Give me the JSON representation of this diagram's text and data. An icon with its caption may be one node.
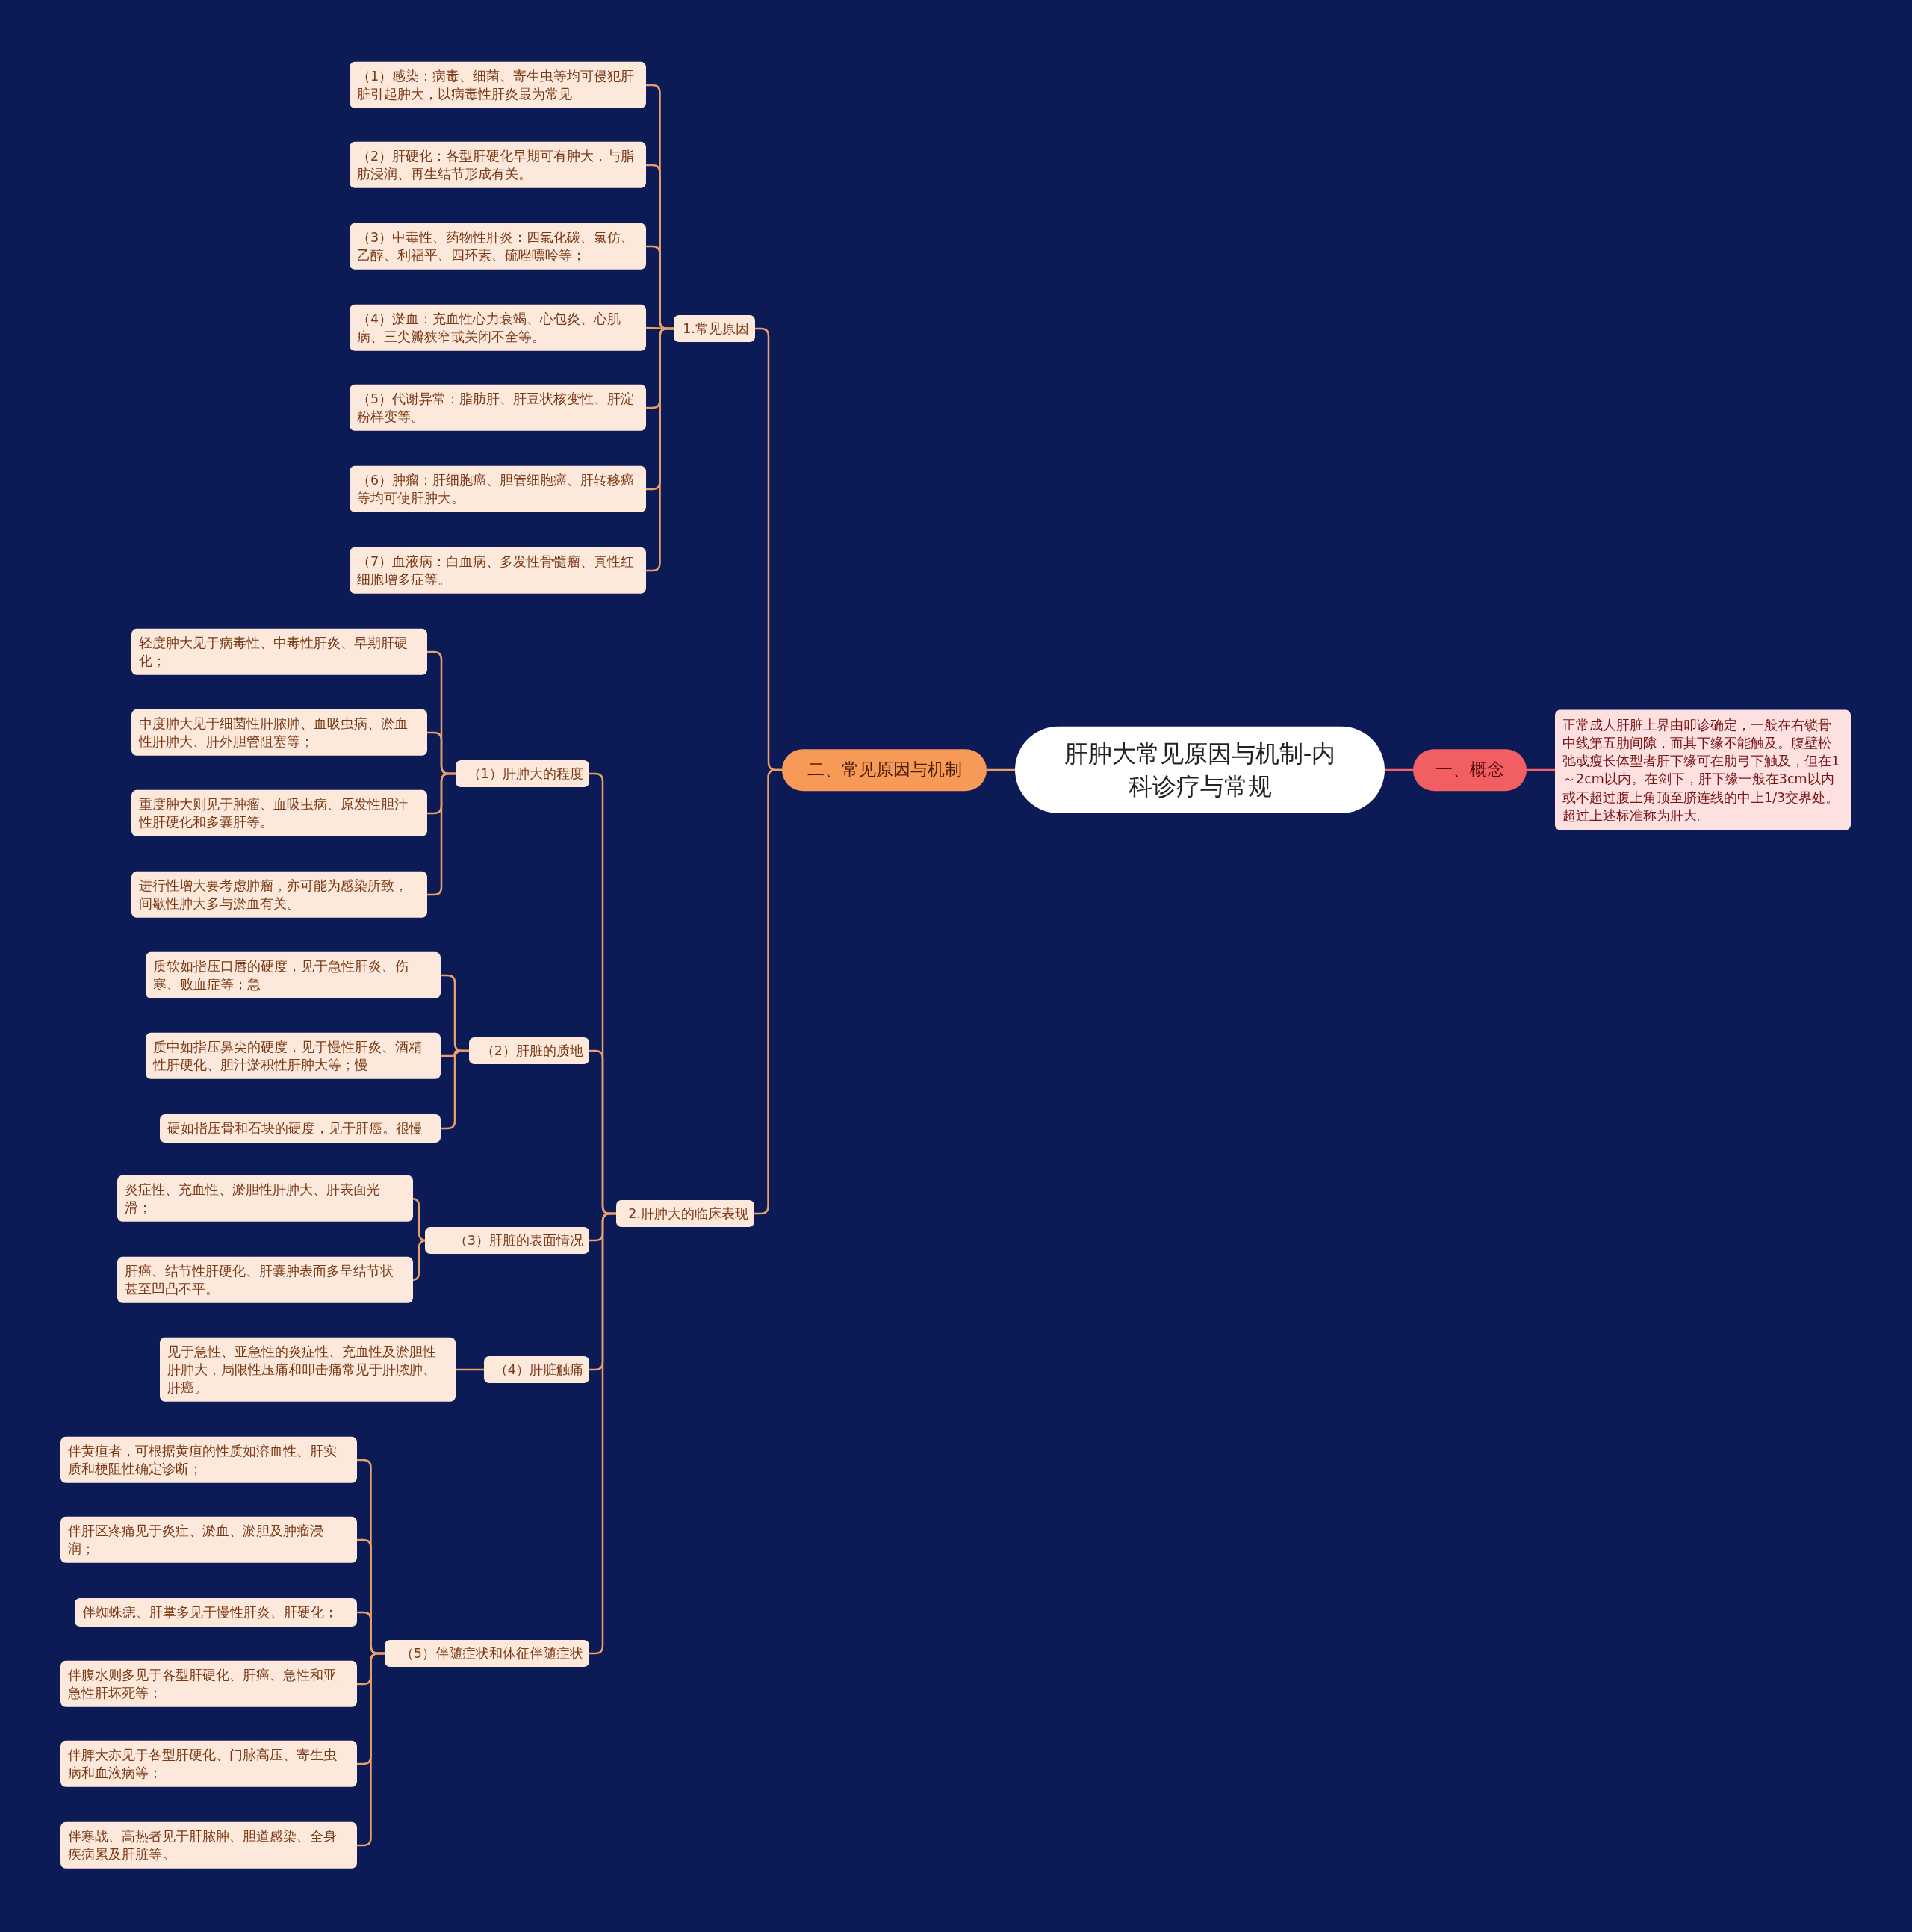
{
  "diagram": {
    "nodes": [
      {
        "text": [
          "肝肿大常见原因与机制-内科诊疗与常规"
        ]
      },
      {
        "text": [
          "二、常见原因与机制"
        ]
      },
      {
        "text": [
          "1.常见原因"
        ]
      },
      {
        "text": [
          "（1）感染：病毒、细菌、寄生虫等均可侵犯肝脏引起肿大，以病毒性肝炎最为常见"
        ]
      },
      {
        "text": [
          "（2）肝硬化：各型肝硬化早期可有肿大，与脂肪浸润、再生结节形成有关。"
        ]
      },
      {
        "text": [
          "（3）中毒性、药物性肝炎：四氯化碳、氯仿、乙醇、利福平、四环素、硫唑嘌呤等；"
        ]
      },
      {
        "text": [
          "（4）淤血：充血性心力衰竭、心包炎、心肌病、三尖瓣狭窄或关闭不全等。"
        ]
      },
      {
        "text": [
          "（5）代谢异常：脂肪肝、肝豆状核变性、肝淀粉样变等。"
        ]
      },
      {
        "text": [
          "（6）肿瘤：肝细胞癌、胆管细胞癌、肝转移癌等均可使肝肿大。"
        ]
      },
      {
        "text": [
          "（7）血液病：白血病、多发性骨髓瘤、真性红细胞增多症等。"
        ]
      },
      {
        "text": [
          "2.肝肿大的临床表现"
        ]
      },
      {
        "text": [
          "（1）肝肿大的程度"
        ]
      },
      {
        "text": [
          "轻度肿大见于病毒性、中毒性肝炎、早期肝硬化；"
        ]
      },
      {
        "text": [
          "中度肿大见于细菌性肝脓肿、血吸虫病、淤血性肝肿大、肝外胆管阻塞等；"
        ]
      },
      {
        "text": [
          "重度肿大则见于肿瘤、血吸虫病、原发性胆汁性肝硬化和多囊肝等。"
        ]
      },
      {
        "text": [
          "进行性增大要考虑肿瘤，亦可能为感染所致，间歇性肿大多与淤血有关。"
        ]
      },
      {
        "text": [
          "（2）肝脏的质地"
        ]
      },
      {
        "text": [
          "质软如指压口唇的硬度，见于急性肝炎、伤寒、败血症等；急"
        ]
      },
      {
        "text": [
          "质中如指压鼻尖的硬度，见于慢性肝炎、酒精性肝硬化、胆汁淤积性肝肿大等；慢"
        ]
      },
      {
        "text": [
          "硬如指压骨和石块的硬度，见于肝癌。很慢"
        ]
      },
      {
        "text": [
          "（3）肝脏的表面情况"
        ]
      },
      {
        "text": [
          "炎症性、充血性、淤胆性肝肿大、肝表面光滑；"
        ]
      },
      {
        "text": [
          "肝癌、结节性肝硬化、肝囊肿表面多呈结节状甚至凹凸不平。"
        ]
      },
      {
        "text": [
          "（4）肝脏触痛"
        ]
      },
      {
        "text": [
          "见于急性、亚急性的炎症性、充血性及淤胆性肝肿大，局限性压痛和叩击痛常见于肝脓肿、肝癌。"
        ]
      },
      {
        "text": [
          "（5）伴随症状和体征伴随症状"
        ]
      },
      {
        "text": [
          "伴黄疸者，可根据黄疸的性质如溶血性、肝实质和梗阻性确定诊断；"
        ]
      },
      {
        "text": [
          "伴肝区疼痛见于炎症、淤血、淤胆及肿瘤浸润；"
        ]
      },
      {
        "text": [
          "伴蜘蛛痣、肝掌多见于慢性肝炎、肝硬化；"
        ]
      },
      {
        "text": [
          "伴腹水则多见于各型肝硬化、肝癌、急性和亚急性肝坏死等；"
        ]
      },
      {
        "text": [
          "伴脾大亦见于各型肝硬化、门脉高压、寄生虫病和血液病等；"
        ]
      },
      {
        "text": [
          "伴寒战、高热者见于肝脓肿、胆道感染、全身疾病累及肝脏等。"
        ]
      },
      {
        "text": [
          "一、概念"
        ]
      },
      {
        "text": [
          "正常成人肝脏上界由叩诊确定，一般在右锁骨中线第五肋间隙，而其下缘不能触及。腹壁松弛或瘦长体型者肝下缘可在肋弓下触及，但在1～2cm以内。在剑下，肝下缘一般在3cm以内或不超过腹上角顶至脐连线的中上1/3交界处。超过上述标准称为肝大。"
        ]
      }
    ],
    "edges": [
      {
        "from": 0,
        "to": 1,
        "arrow": "none"
      },
      {
        "from": 1,
        "to": 2,
        "arrow": "none"
      },
      {
        "from": 2,
        "to": 3,
        "arrow": "none"
      },
      {
        "from": 2,
        "to": 4,
        "arrow": "none"
      },
      {
        "from": 2,
        "to": 5,
        "arrow": "none"
      },
      {
        "from": 2,
        "to": 6,
        "arrow": "none"
      },
      {
        "from": 2,
        "to": 7,
        "arrow": "none"
      },
      {
        "from": 2,
        "to": 8,
        "arrow": "none"
      },
      {
        "from": 2,
        "to": 9,
        "arrow": "none"
      },
      {
        "from": 1,
        "to": 10,
        "arrow": "none"
      },
      {
        "from": 10,
        "to": 11,
        "arrow": "none"
      },
      {
        "from": 11,
        "to": 12,
        "arrow": "none"
      },
      {
        "from": 11,
        "to": 13,
        "arrow": "none"
      },
      {
        "from": 11,
        "to": 14,
        "arrow": "none"
      },
      {
        "from": 11,
        "to": 15,
        "arrow": "none"
      },
      {
        "from": 10,
        "to": 16,
        "arrow": "none"
      },
      {
        "from": 16,
        "to": 17,
        "arrow": "none"
      },
      {
        "from": 16,
        "to": 18,
        "arrow": "none"
      },
      {
        "from": 16,
        "to": 19,
        "arrow": "none"
      },
      {
        "from": 10,
        "to": 20,
        "arrow": "none"
      },
      {
        "from": 20,
        "to": 21,
        "arrow": "none"
      },
      {
        "from": 20,
        "to": 22,
        "arrow": "none"
      },
      {
        "from": 10,
        "to": 23,
        "arrow": "none"
      },
      {
        "from": 23,
        "to": 24,
        "arrow": "none"
      },
      {
        "from": 10,
        "to": 25,
        "arrow": "none"
      },
      {
        "from": 25,
        "to": 26,
        "arrow": "none"
      },
      {
        "from": 25,
        "to": 27,
        "arrow": "none"
      },
      {
        "from": 25,
        "to": 28,
        "arrow": "none"
      },
      {
        "from": 25,
        "to": 29,
        "arrow": "none"
      },
      {
        "from": 25,
        "to": 30,
        "arrow": "none"
      },
      {
        "from": 25,
        "to": 31,
        "arrow": "none"
      },
      {
        "from": 0,
        "to": 32,
        "arrow": "none",
        "color": "#f0646e"
      },
      {
        "from": 32,
        "to": 33,
        "arrow": "none",
        "color": "#f0646e"
      }
    ]
  }
}
